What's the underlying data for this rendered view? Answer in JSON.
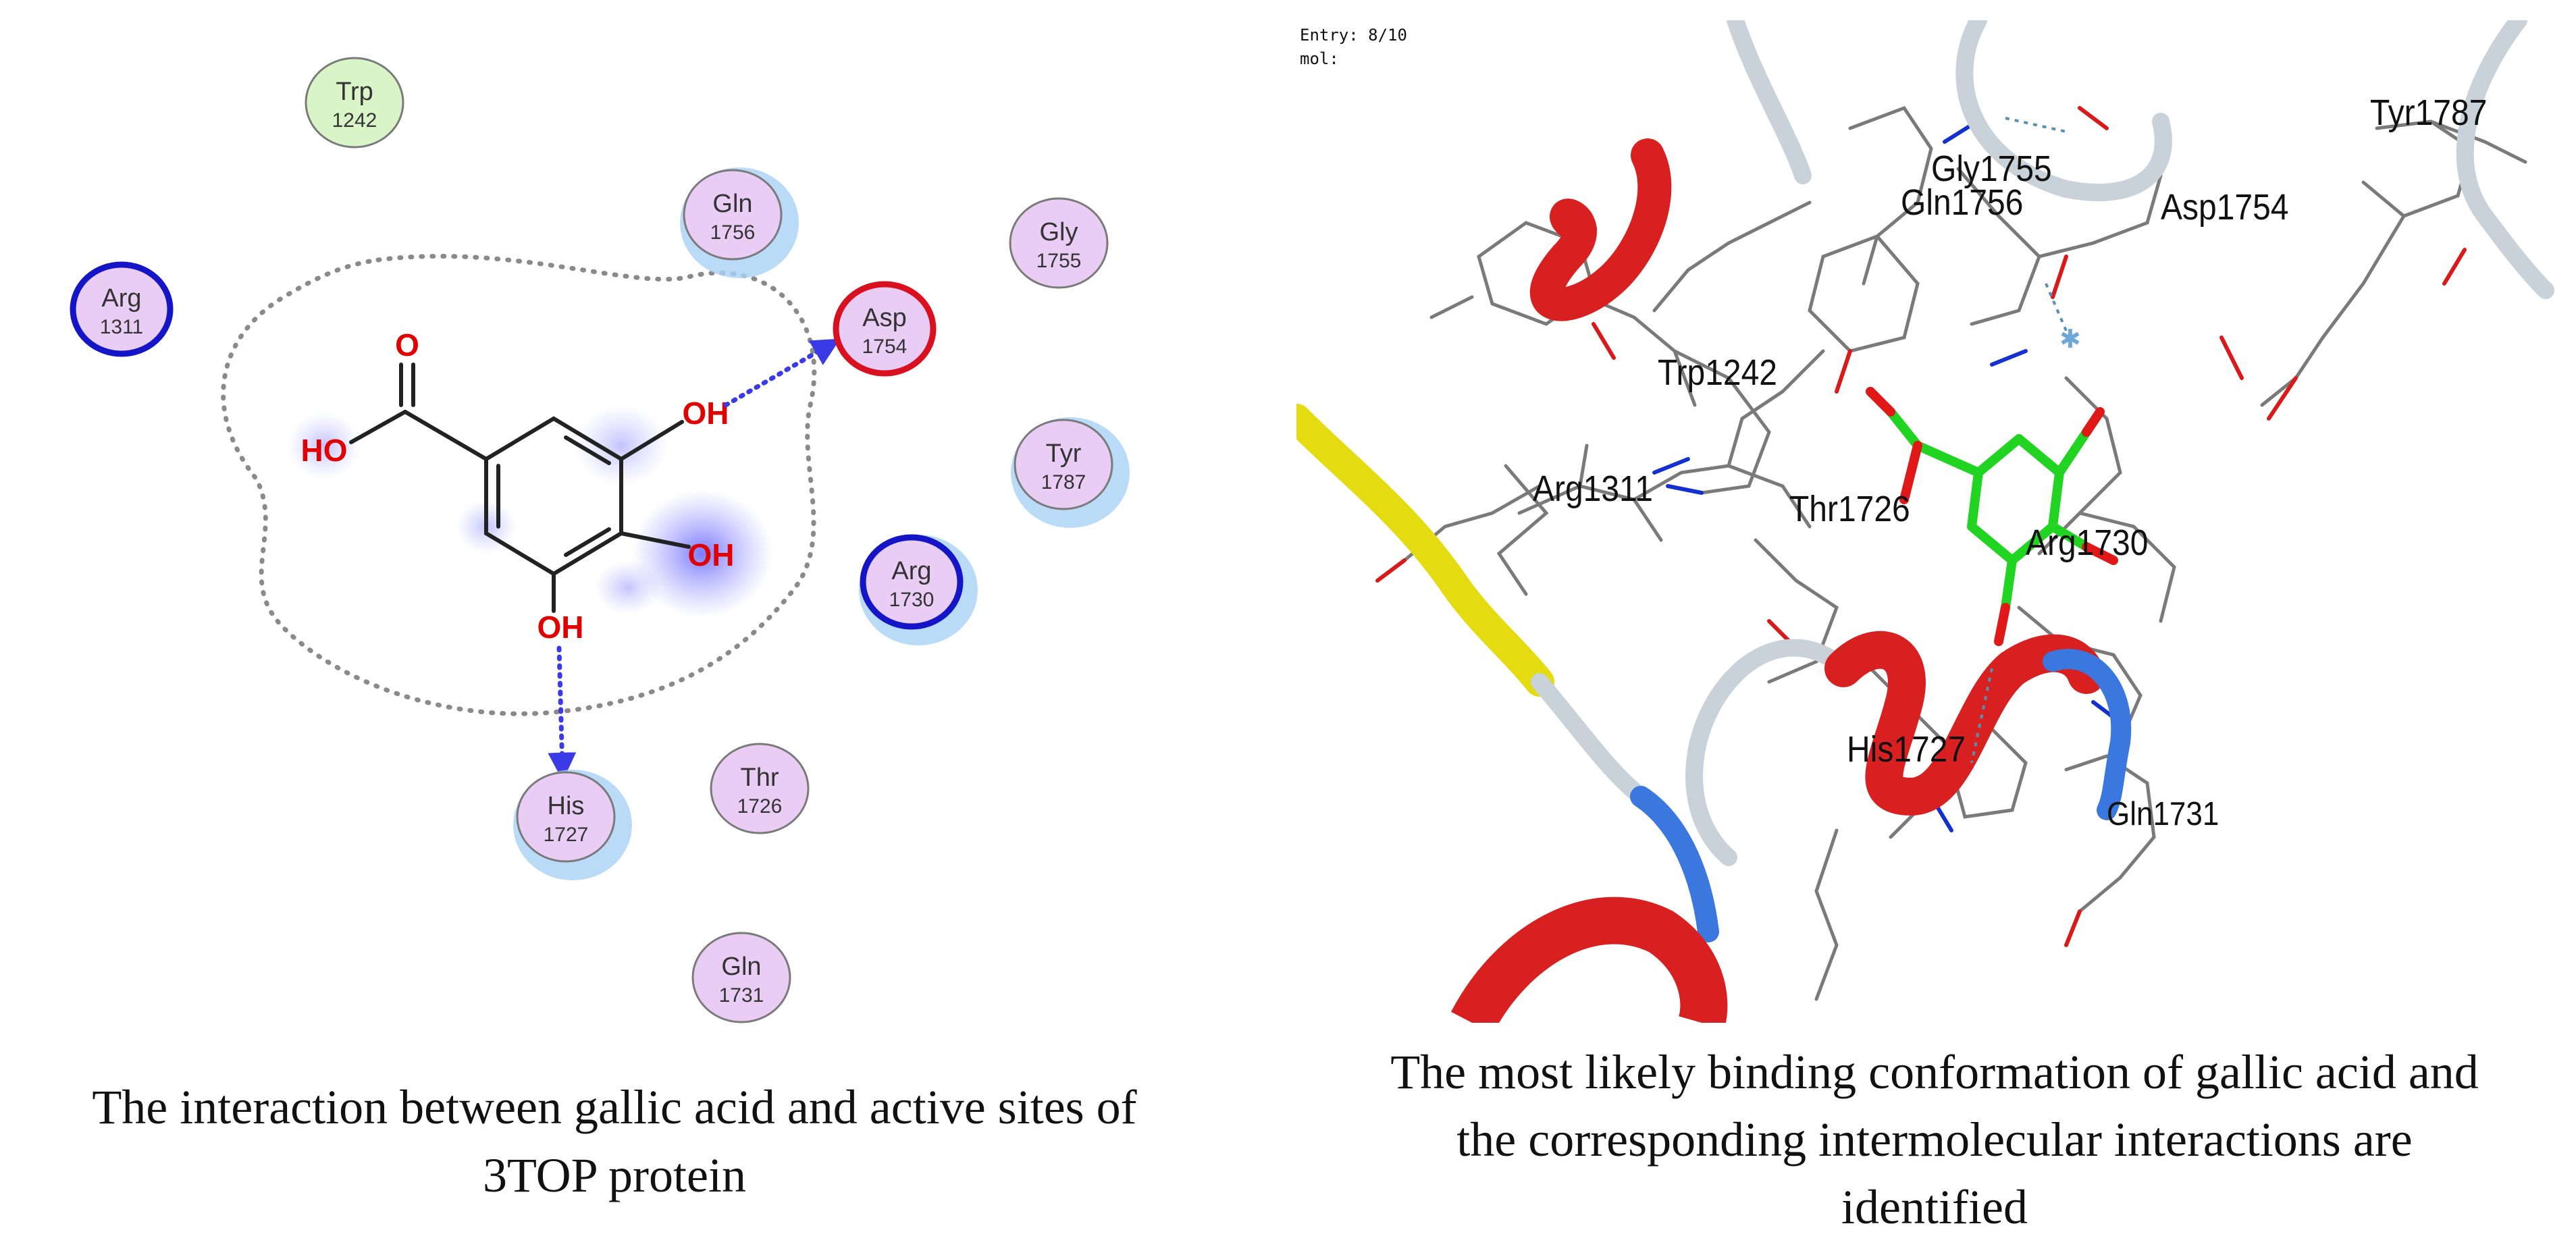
{
  "left_panel": {
    "residues": [
      {
        "name": "Trp",
        "number": "1242",
        "kind": "greasy"
      },
      {
        "name": "Arg",
        "number": "1311",
        "kind": "basic"
      },
      {
        "name": "Gln",
        "number": "1756",
        "kind": "polar"
      },
      {
        "name": "Gly",
        "number": "1755",
        "kind": "polar"
      },
      {
        "name": "Asp",
        "number": "1754",
        "kind": "acidic"
      },
      {
        "name": "Tyr",
        "number": "1787",
        "kind": "polar"
      },
      {
        "name": "Arg",
        "number": "1730",
        "kind": "basic"
      },
      {
        "name": "Thr",
        "number": "1726",
        "kind": "polar"
      },
      {
        "name": "His",
        "number": "1727",
        "kind": "polar"
      },
      {
        "name": "Gln",
        "number": "1731",
        "kind": "polar"
      }
    ],
    "ligand_atoms": {
      "carbonyl_o": "O",
      "acid_oh": "HO",
      "oh_top": "OH",
      "oh_mid": "OH",
      "oh_bottom": "OH"
    },
    "caption_line1": "The interaction between gallic acid and active sites of",
    "caption_line2": "3TOP protein"
  },
  "right_panel": {
    "viewer_header_line1": "Entry: 8/10",
    "viewer_header_line2": "mol:",
    "residue_labels": [
      "Tyr1787",
      "Gly1755",
      "Gln1756",
      "Asp1754",
      "Trp1242",
      "Arg1311",
      "Thr1726",
      "Arg1730",
      "His1727",
      "Gln1731"
    ],
    "caption_line1": "The most likely binding conformation of gallic acid and",
    "caption_line2": "the corresponding intermolecular interactions are",
    "caption_line3": "identified"
  },
  "colors": {
    "polar_fill": "#e9cdf5",
    "greasy_fill": "#d9f5c8",
    "basic_border": "#1515c8",
    "acidic_border": "#d81020",
    "hbond": "#3a3ae6",
    "ligand_green": "#22d422",
    "helix_red": "#d92020",
    "strand_yellow": "#e4dc10",
    "coil_grey": "#c8d2d8",
    "coil_blue": "#3a78e0"
  }
}
